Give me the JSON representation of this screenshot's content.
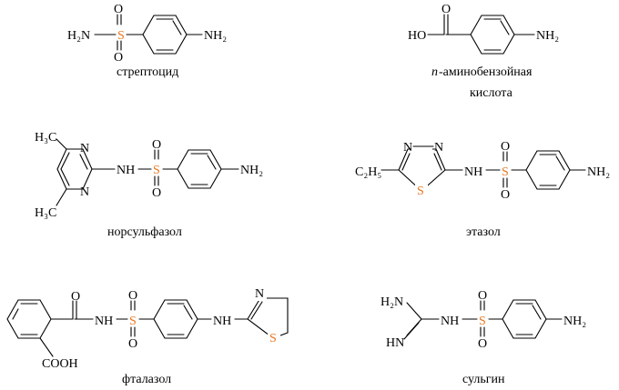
{
  "colors": {
    "sulfur": "#E87722",
    "ink": "#000000"
  },
  "compounds": [
    {
      "id": "streptocid",
      "name": "стрептоцид"
    },
    {
      "id": "paba",
      "name_prefix": "п",
      "name_line1": "-аминобензойная",
      "name_line2": "кислота"
    },
    {
      "id": "norsulfazole",
      "name": "норсульфазол"
    },
    {
      "id": "ethazole",
      "name": "этазол"
    },
    {
      "id": "phthalazole",
      "name": "фталазол"
    },
    {
      "id": "sulgin",
      "name": "сульгин"
    }
  ],
  "atoms": {
    "H2N": "H₂N",
    "NH2": "NH₂",
    "S": "S",
    "O": "O",
    "HO": "HO",
    "H3C": "H₃C",
    "N": "N",
    "NH": "NH",
    "C2H5": "C₂H₅",
    "COOH": "COOH",
    "HN": "HN"
  }
}
